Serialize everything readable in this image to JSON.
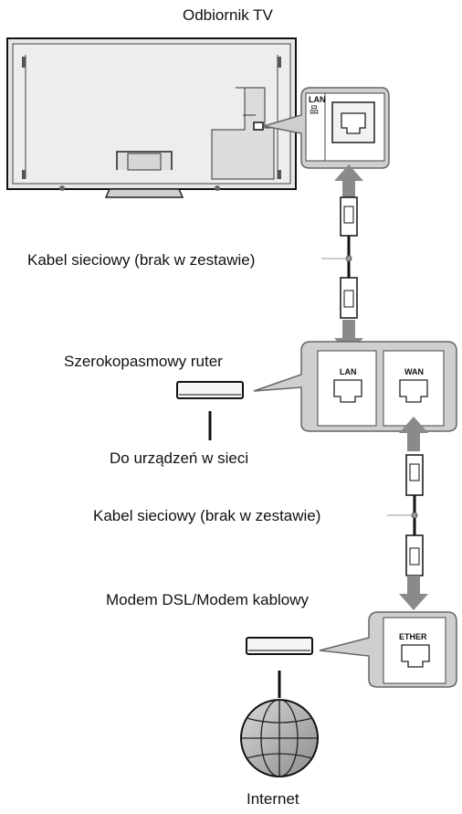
{
  "labels": {
    "tv": "Odbiornik TV",
    "cable_top": "Kabel sieciowy (brak w zestawie)",
    "router": "Szerokopasmowy ruter",
    "devices": "Do urządzeń w sieci",
    "cable_bottom": "Kabel sieciowy (brak w zestawie)",
    "modem": "Modem DSL/Modem kablowy",
    "internet": "Internet"
  },
  "ports": {
    "tv_lan": "LAN",
    "router_lan": "LAN",
    "router_wan": "WAN",
    "modem_ether": "ETHER"
  },
  "colors": {
    "callout_fill": "#cfcfcf",
    "arrow": "#8a8a8a",
    "tv_body": "#e4e4e4"
  }
}
